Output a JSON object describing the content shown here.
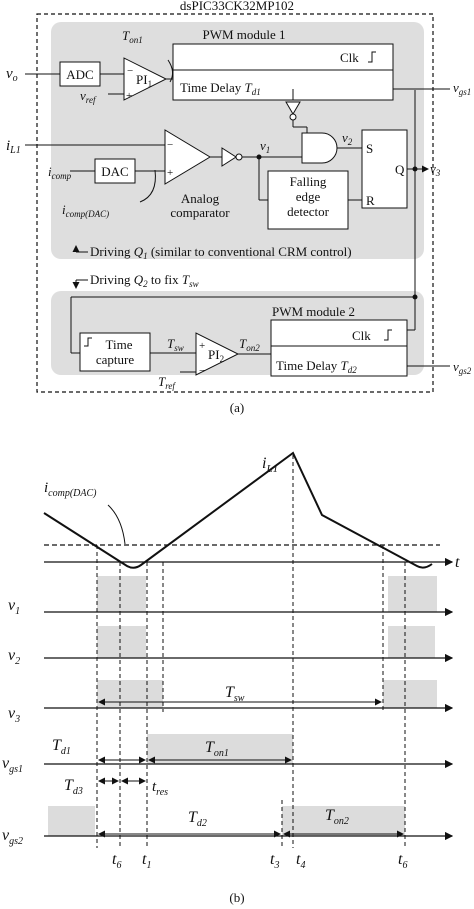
{
  "part_a": {
    "chip_title": "dsPIC33CK32MP102",
    "pwm1_title": "PWM module 1",
    "pwm2_title": "PWM module 2",
    "clk1": "Clk",
    "clk2": "Clk",
    "time_delay1_text": "Time Delay ",
    "time_delay1_sym": "T",
    "time_delay1_sub": "d1",
    "time_delay2_text": "Time Delay ",
    "time_delay2_sym": "T",
    "time_delay2_sub": "d2",
    "adc": "ADC",
    "dac": "DAC",
    "pi1": "PI",
    "pi1_sub": "1",
    "pi2": "PI",
    "pi2_sub": "2",
    "ton1_sym": "T",
    "ton1_sub": "on1",
    "ton2_sym": "T",
    "ton2_sub": "on2",
    "tsw_sym": "T",
    "tsw_sub": "sw",
    "tref_sym": "T",
    "tref_sub": "ref",
    "vo_sym": "v",
    "vo_sub": "o",
    "vref_sym": "v",
    "vref_sub": "ref",
    "il1_sym": "i",
    "il1_sub": "L1",
    "icomp_sym": "i",
    "icomp_sub": "comp",
    "icompdac_sym": "i",
    "icompdac_sub": "comp(DAC)",
    "analog_comp_line1": "Analog",
    "analog_comp_line2": "comparator",
    "v1_sym": "v",
    "v1_sub": "1",
    "v2_sym": "v",
    "v2_sub": "2",
    "v3_sym": "v",
    "v3_sub": "3",
    "vgs1_sym": "v",
    "vgs1_sub": "gs1",
    "vgs2_sym": "v",
    "vgs2_sub": "gs2",
    "sr_s": "S",
    "sr_q": "Q",
    "sr_r": "R",
    "falling_line1": "Falling",
    "falling_line2": "edge",
    "falling_line3": "detector",
    "time_capture_line1": "Time",
    "time_capture_line2": "capture",
    "plus": "+",
    "minus": "−",
    "driving_q1_pre": "Driving ",
    "driving_q1_sym": "Q",
    "driving_q1_sub": "1",
    "driving_q1_post": " (similar to conventional CRM control)",
    "driving_q2_pre": "Driving ",
    "driving_q2_sym": "Q",
    "driving_q2_sub": "2",
    "driving_q2_mid": " to fix ",
    "driving_q2_tsym": "T",
    "driving_q2_tsub": "sw",
    "caption": "(a)"
  },
  "part_b": {
    "il1_sym": "i",
    "il1_sub": "L1",
    "icompdac_sym": "i",
    "icompdac_sub": "comp(DAC)",
    "t_axis": "t",
    "rows": [
      {
        "sym": "v",
        "sub": "1"
      },
      {
        "sym": "v",
        "sub": "2"
      },
      {
        "sym": "v",
        "sub": "3"
      },
      {
        "sym": "v",
        "sub": "gs1"
      },
      {
        "sym": "v",
        "sub": "gs2"
      }
    ],
    "tsw_sym": "T",
    "tsw_sub": "sw",
    "td1_sym": "T",
    "td1_sub": "d1",
    "ton1_sym": "T",
    "ton1_sub": "on1",
    "td3_sym": "T",
    "td3_sub": "d3",
    "tres_sym": "t",
    "tres_sub": "res",
    "td2_sym": "T",
    "td2_sub": "d2",
    "ton2_sym": "T",
    "ton2_sub": "on2",
    "ticks": [
      {
        "sym": "t",
        "sub": "6"
      },
      {
        "sym": "t",
        "sub": "1"
      },
      {
        "sym": "t",
        "sub": "3"
      },
      {
        "sym": "t",
        "sub": "4"
      },
      {
        "sym": "t",
        "sub": "6"
      }
    ],
    "caption": "(b)"
  },
  "colors": {
    "shade": "#dedede",
    "pulse": "#dcdcdc",
    "line": "#111111"
  }
}
